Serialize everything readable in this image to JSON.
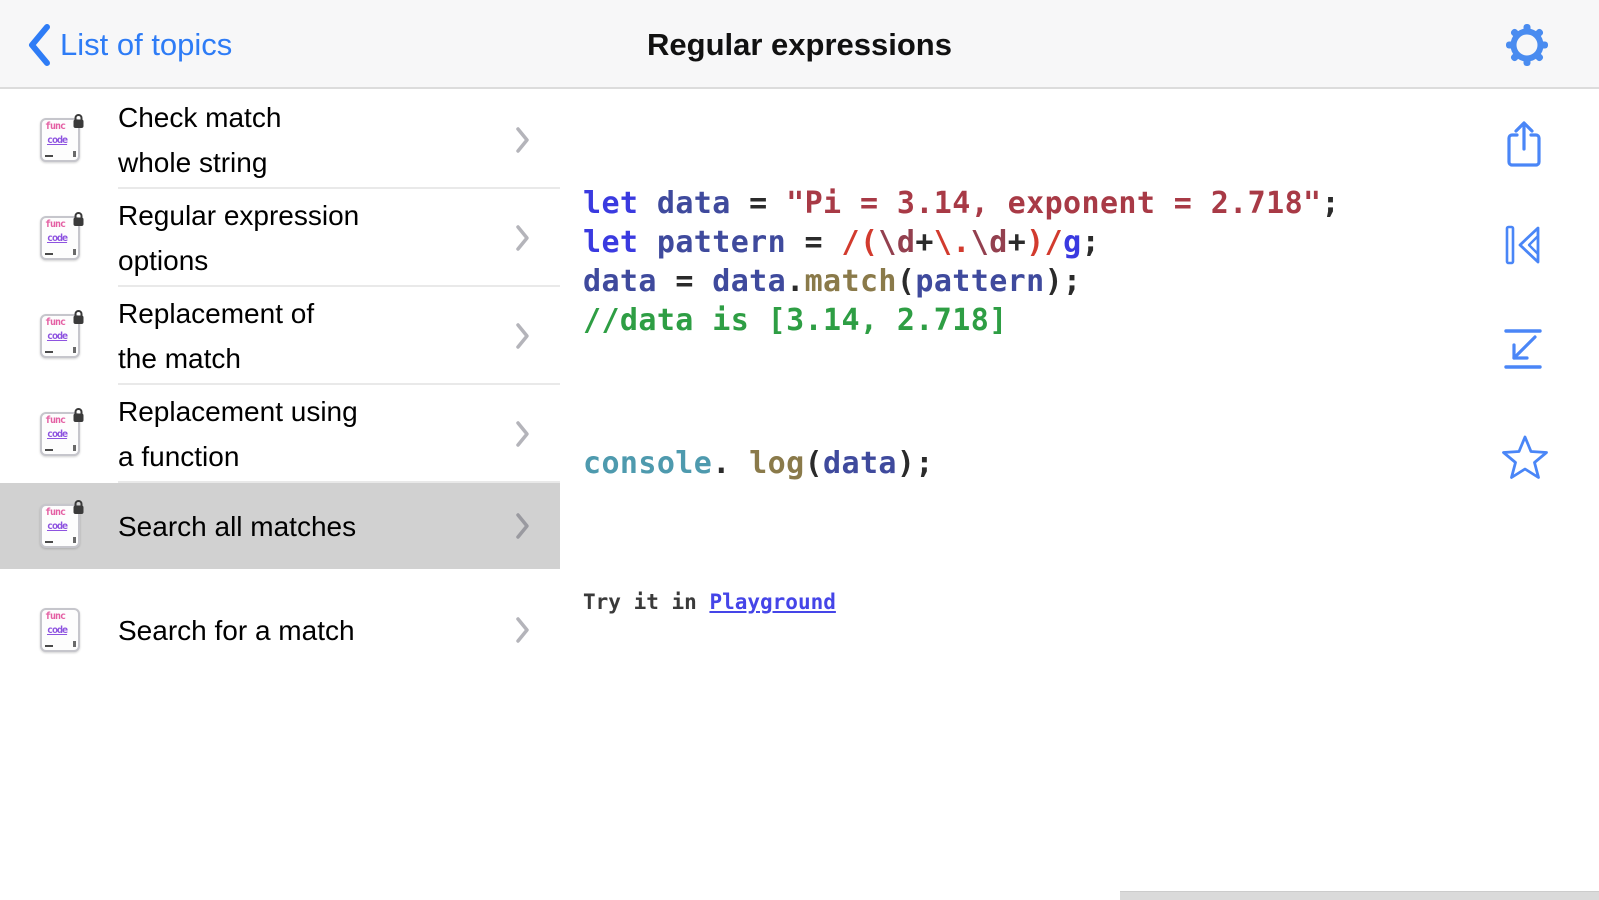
{
  "nav": {
    "back_label": "List of topics",
    "title": "Regular expressions"
  },
  "sidebar": {
    "icon_text": {
      "line1": "func",
      "line2": "code"
    },
    "items": [
      {
        "label": "Check match\nwhole string",
        "locked": true,
        "selected": false
      },
      {
        "label": "Regular expression\noptions",
        "locked": true,
        "selected": false
      },
      {
        "label": "Replacement of\nthe match",
        "locked": true,
        "selected": false
      },
      {
        "label": "Replacement using\na function",
        "locked": true,
        "selected": false
      },
      {
        "label": "Search all matches",
        "locked": true,
        "selected": true
      },
      {
        "label": "Search for a match",
        "locked": false,
        "selected": false
      }
    ]
  },
  "code": {
    "lines": [
      [
        {
          "t": "let ",
          "c": "k"
        },
        {
          "t": "data",
          "c": "v"
        },
        {
          "t": " = ",
          "c": "p"
        },
        {
          "t": "\"Pi = 3.14, exponent = 2.718\"",
          "c": "s"
        },
        {
          "t": ";",
          "c": "p"
        }
      ],
      [
        {
          "t": "let ",
          "c": "k"
        },
        {
          "t": "pattern",
          "c": "v"
        },
        {
          "t": " = ",
          "c": "p"
        },
        {
          "t": "/(",
          "c": "r"
        },
        {
          "t": "\\d",
          "c": "re"
        },
        {
          "t": "+",
          "c": "p"
        },
        {
          "t": "\\.",
          "c": "r"
        },
        {
          "t": "\\d",
          "c": "re"
        },
        {
          "t": "+",
          "c": "p"
        },
        {
          "t": ")/",
          "c": "r"
        },
        {
          "t": "g",
          "c": "k"
        },
        {
          "t": ";",
          "c": "p"
        }
      ],
      [
        {
          "t": "data",
          "c": "v"
        },
        {
          "t": " = ",
          "c": "p"
        },
        {
          "t": "data",
          "c": "v"
        },
        {
          "t": ".",
          "c": "p"
        },
        {
          "t": "match",
          "c": "f"
        },
        {
          "t": "(",
          "c": "p"
        },
        {
          "t": "pattern",
          "c": "v"
        },
        {
          "t": ");",
          "c": "p"
        }
      ],
      [
        {
          "t": "//data is [3.14, 2.718]",
          "c": "c"
        }
      ]
    ],
    "console_line": [
      {
        "t": "console",
        "c": "t"
      },
      {
        "t": ". ",
        "c": "p"
      },
      {
        "t": "log",
        "c": "f"
      },
      {
        "t": "(",
        "c": "p"
      },
      {
        "t": "data",
        "c": "v"
      },
      {
        "t": ");",
        "c": "p"
      }
    ],
    "try_prefix": "Try it in ",
    "try_link": "Playground"
  },
  "icons": {
    "back": "chevron-left",
    "settings": "gear",
    "actions": [
      "share",
      "skip-to-start",
      "collapse-down-left",
      "star"
    ]
  },
  "colors": {
    "ios_blue": "#2e7cf6",
    "icon_blue": "#4a86f7",
    "selected_row": "#d1d1d1",
    "navbar_bg": "#f7f7f8",
    "comment_green": "#2e9e44",
    "string_red": "#a83a46",
    "keyword_blue": "#3a3ae0",
    "variable_navy": "#3f4a9d",
    "function_olive": "#8a7a4a",
    "console_teal": "#4e9aae",
    "link_blue": "#4545e8"
  }
}
